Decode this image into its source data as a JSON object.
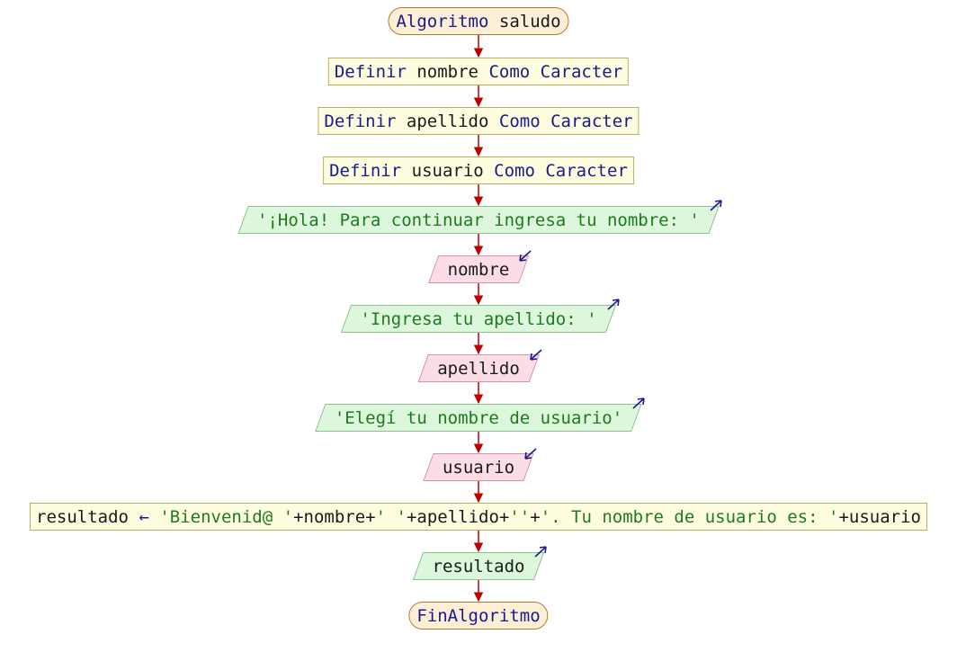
{
  "nodes": {
    "start": {
      "kw1": "Algoritmo",
      "name": "saludo"
    },
    "def1": {
      "kw1": "Definir",
      "var": "nombre",
      "kw2": "Como Caracter"
    },
    "def2": {
      "kw1": "Definir",
      "var": "apellido",
      "kw2": "Como Caracter"
    },
    "def3": {
      "kw1": "Definir",
      "var": "usuario",
      "kw2": "Como Caracter"
    },
    "out1": {
      "text": "'¡Hola! Para continuar ingresa tu nombre: '"
    },
    "in1": {
      "text": "nombre"
    },
    "out2": {
      "text": "'Ingresa tu apellido: '"
    },
    "in2": {
      "text": "apellido"
    },
    "out3": {
      "text": "'Elegí tu nombre de usuario'"
    },
    "in3": {
      "text": "usuario"
    },
    "assign": {
      "target": "resultado",
      "arrow": "←",
      "s1": "'Bienvenid@ '",
      "p1": "+",
      "v1": "nombre",
      "p2": "+",
      "s2": "' '",
      "p3": "+",
      "v2": "apellido",
      "p4": "+",
      "s3": "''",
      "p5": "+",
      "s4": "'. Tu nombre de usuario es: '",
      "p6": "+",
      "v3": "usuario"
    },
    "out4": {
      "text": "resultado"
    },
    "end": {
      "kw1": "FinAlgoritmo"
    }
  },
  "colors": {
    "connector": "#c00000",
    "keyword": "#1a1a8c",
    "string": "#1e7a1e",
    "io_arrow": "#1a1a8c"
  }
}
